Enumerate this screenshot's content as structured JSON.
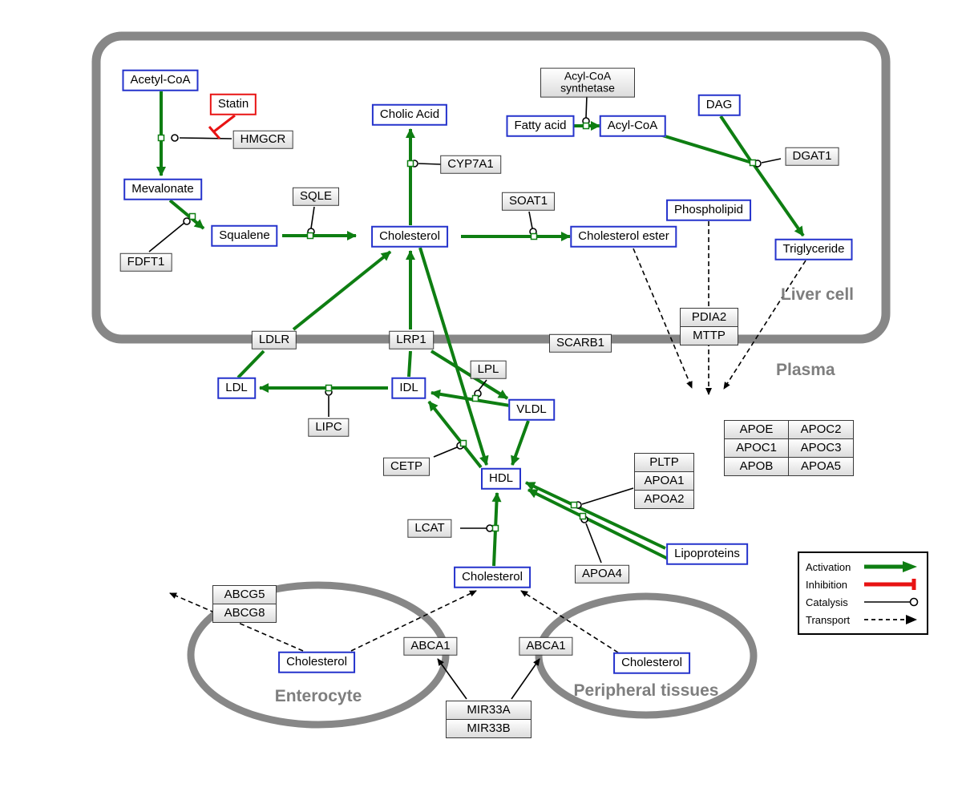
{
  "regions": {
    "liver": "Liver cell",
    "plasma": "Plasma",
    "enterocyte": "Enterocyte",
    "peripheral": "Peripheral tissues"
  },
  "legend": {
    "activation": "Activation",
    "inhibition": "Inhibition",
    "catalysis": "Catalysis",
    "transport": "Transport"
  },
  "colors": {
    "activation": "#0e7e12",
    "inhibition": "#e81313",
    "metabolite_border": "#2533cc",
    "membrane": "#878787"
  },
  "nodes": {
    "acetyl_coa": {
      "label": "Acetyl-CoA"
    },
    "statin": {
      "label": "Statin"
    },
    "hmgcr": {
      "label": "HMGCR"
    },
    "mevalonate": {
      "label": "Mevalonate"
    },
    "fdft1": {
      "label": "FDFT1"
    },
    "squalene": {
      "label": "Squalene"
    },
    "sqle": {
      "label": "SQLE"
    },
    "cholesterol_liver": {
      "label": "Cholesterol"
    },
    "cholic_acid": {
      "label": "Cholic Acid"
    },
    "cyp7a1": {
      "label": "CYP7A1"
    },
    "soat1": {
      "label": "SOAT1"
    },
    "cholesterol_ester": {
      "label": "Cholesterol ester"
    },
    "acyl_coa_synthetase": {
      "label": "Acyl-CoA synthetase"
    },
    "fatty_acid": {
      "label": "Fatty acid"
    },
    "acyl_coa": {
      "label": "Acyl-CoA"
    },
    "dag": {
      "label": "DAG"
    },
    "dgat1": {
      "label": "DGAT1"
    },
    "phospholipid": {
      "label": "Phospholipid"
    },
    "triglyceride": {
      "label": "Triglyceride"
    },
    "ldlr": {
      "label": "LDLR"
    },
    "lrp1": {
      "label": "LRP1"
    },
    "scarb1": {
      "label": "SCARB1"
    },
    "pdia2": {
      "label": "PDIA2"
    },
    "mttp": {
      "label": "MTTP"
    },
    "ldl": {
      "label": "LDL"
    },
    "idl": {
      "label": "IDL"
    },
    "lipc": {
      "label": "LIPC"
    },
    "lpl": {
      "label": "LPL"
    },
    "vldl": {
      "label": "VLDL"
    },
    "cetp": {
      "label": "CETP"
    },
    "hdl": {
      "label": "HDL"
    },
    "pltp": {
      "label": "PLTP"
    },
    "apoa1": {
      "label": "APOA1"
    },
    "apoa2": {
      "label": "APOA2"
    },
    "apoa4": {
      "label": "APOA4"
    },
    "lcat": {
      "label": "LCAT"
    },
    "lipoproteins": {
      "label": "Lipoproteins"
    },
    "cholesterol_plasma": {
      "label": "Cholesterol"
    },
    "apoe": {
      "label": "APOE"
    },
    "apoc2": {
      "label": "APOC2"
    },
    "apoc1": {
      "label": "APOC1"
    },
    "apoc3": {
      "label": "APOC3"
    },
    "apob": {
      "label": "APOB"
    },
    "apoa5": {
      "label": "APOA5"
    },
    "abcg5": {
      "label": "ABCG5"
    },
    "abcg8": {
      "label": "ABCG8"
    },
    "cholesterol_enterocyte": {
      "label": "Cholesterol"
    },
    "abca1_left": {
      "label": "ABCA1"
    },
    "abca1_right": {
      "label": "ABCA1"
    },
    "cholesterol_peripheral": {
      "label": "Cholesterol"
    },
    "mir33a": {
      "label": "MIR33A"
    },
    "mir33b": {
      "label": "MIR33B"
    }
  }
}
